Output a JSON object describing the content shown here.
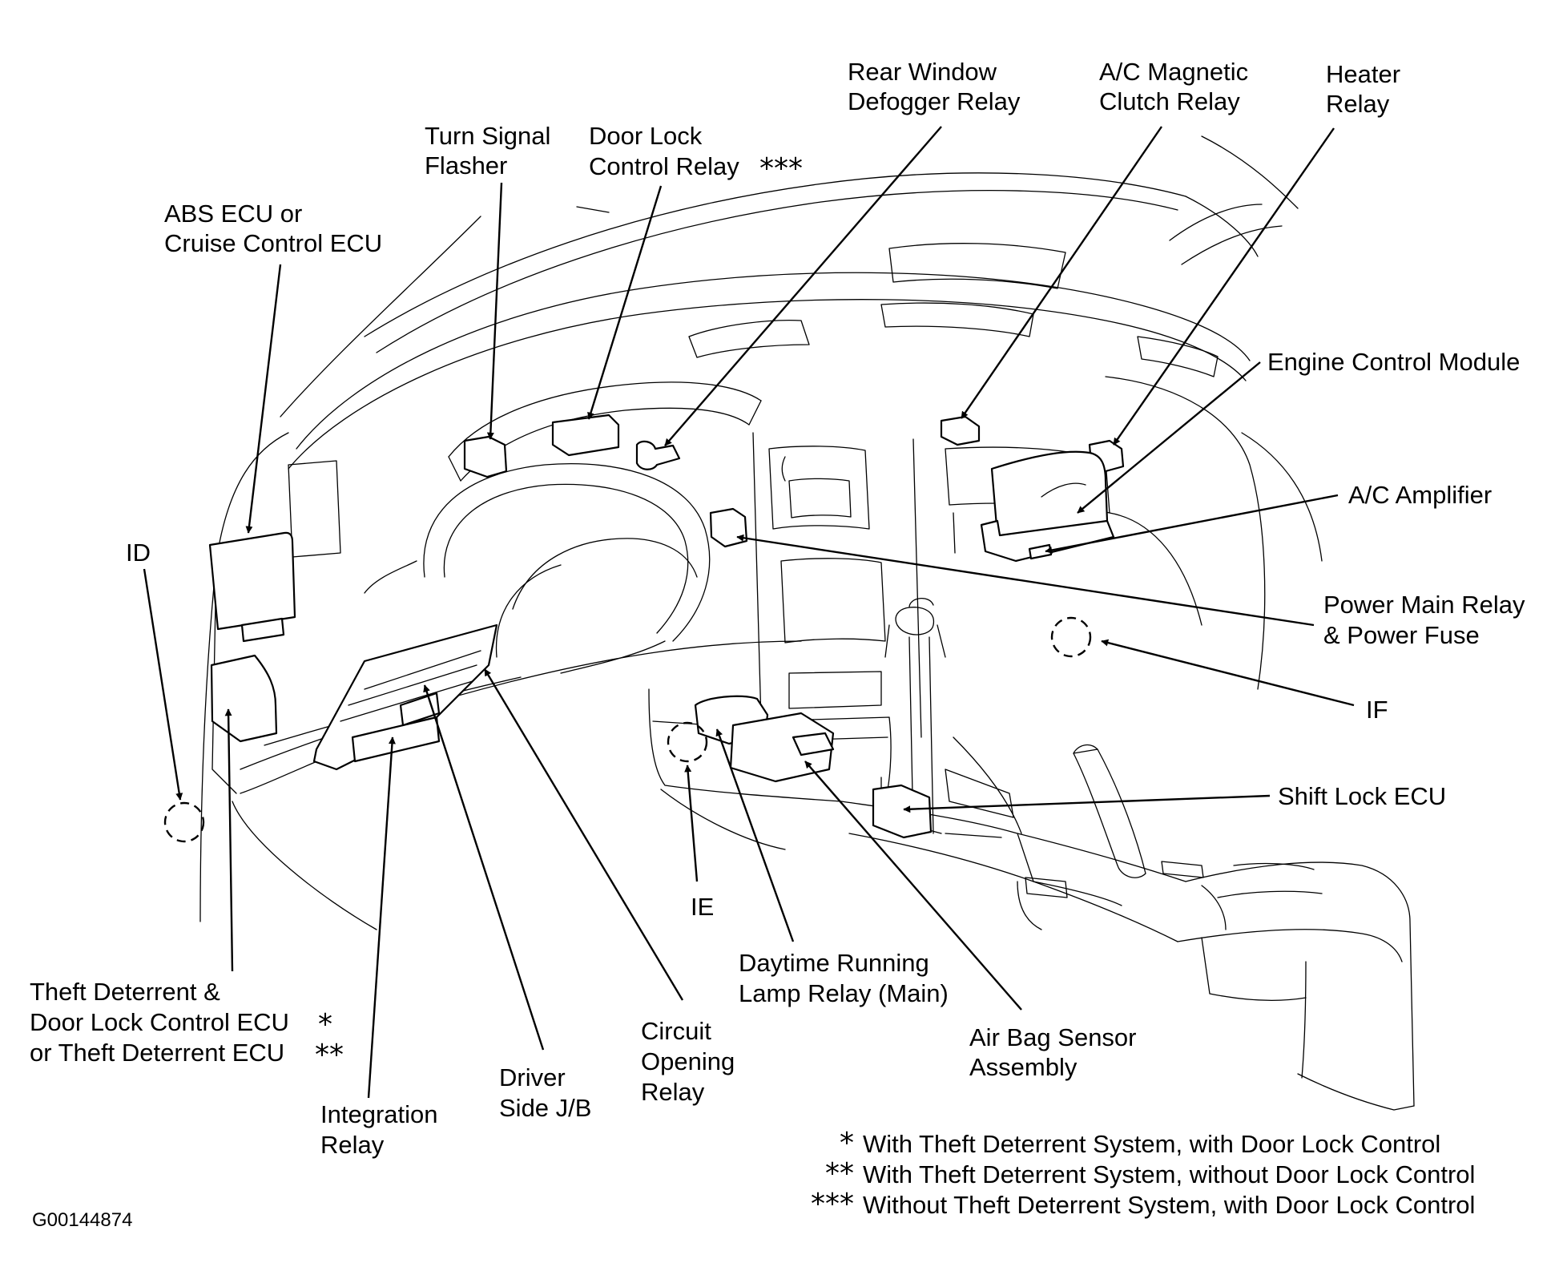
{
  "labels": {
    "turn_signal_flasher": [
      "Turn Signal",
      "Flasher"
    ],
    "door_lock_control_relay": [
      "Door Lock",
      "Control Relay"
    ],
    "rear_window_defogger_relay": [
      "Rear Window",
      "Defogger Relay"
    ],
    "ac_magnetic_clutch_relay": [
      "A/C Magnetic",
      "Clutch Relay"
    ],
    "heater_relay": [
      "Heater",
      "Relay"
    ],
    "abs_ecu": [
      "ABS ECU or",
      "Cruise Control ECU"
    ],
    "engine_control_module": [
      "Engine Control Module"
    ],
    "ac_amplifier": [
      "A/C Amplifier"
    ],
    "id_connector": [
      "ID"
    ],
    "power_main_relay": [
      "Power Main Relay",
      "& Power Fuse"
    ],
    "if_connector": [
      "IF"
    ],
    "shift_lock_ecu": [
      "Shift Lock ECU"
    ],
    "ie_connector": [
      "IE"
    ],
    "daytime_running_lamp_relay": [
      "Daytime Running",
      "Lamp Relay (Main)"
    ],
    "air_bag_sensor": [
      "Air Bag Sensor",
      "Assembly"
    ],
    "circuit_opening_relay": [
      "Circuit",
      "Opening",
      "Relay"
    ],
    "driver_side_jb": [
      "Driver",
      "Side J/B"
    ],
    "integration_relay": [
      "Integration",
      "Relay"
    ],
    "theft_deterrent_ecu": [
      "Theft Deterrent  &",
      "Door Lock Control ECU",
      "or Theft Deterrent ECU"
    ]
  },
  "markers": {
    "one": "*",
    "two": "**",
    "three": "***"
  },
  "footnotes": [
    {
      "marker": "*",
      "text": "With Theft Deterrent System, with Door Lock Control"
    },
    {
      "marker": "**",
      "text": "With Theft Deterrent System, without Door Lock Control"
    },
    {
      "marker": "***",
      "text": "Without Theft Deterrent System, with Door Lock Control"
    }
  ],
  "figure_code": "G00144874"
}
